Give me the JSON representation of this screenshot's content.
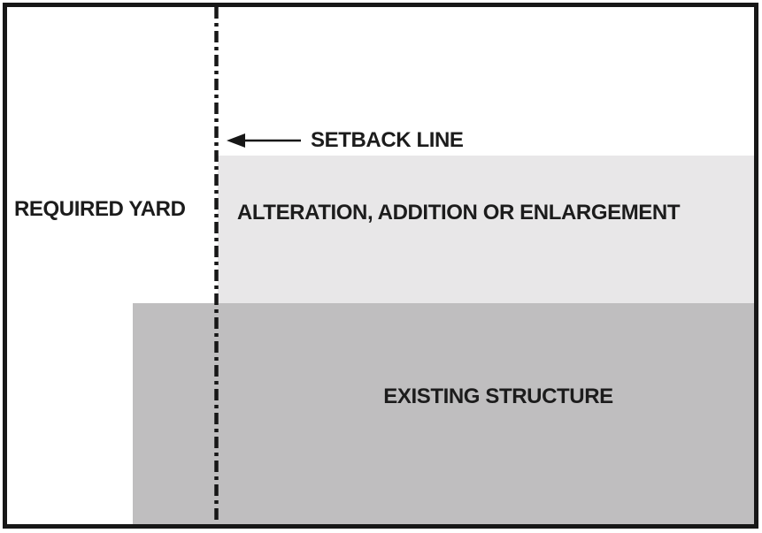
{
  "diagram": {
    "labels": {
      "required_yard": "REQUIRED YARD",
      "setback_line": "SETBACK LINE",
      "alteration": "ALTERATION, ADDITION OR ENLARGEMENT",
      "existing_structure": "EXISTING STRUCTURE"
    },
    "colors": {
      "frame_border": "#171717",
      "setback_line": "#171717",
      "arrow": "#171717",
      "alteration_fill": "#e8e7e8",
      "existing_structure_fill": "#bfbebf",
      "background": "#ffffff",
      "text": "#1c1c1c"
    },
    "line_styles": {
      "setback_line": "dash-dot vertical",
      "frame": "solid"
    }
  }
}
